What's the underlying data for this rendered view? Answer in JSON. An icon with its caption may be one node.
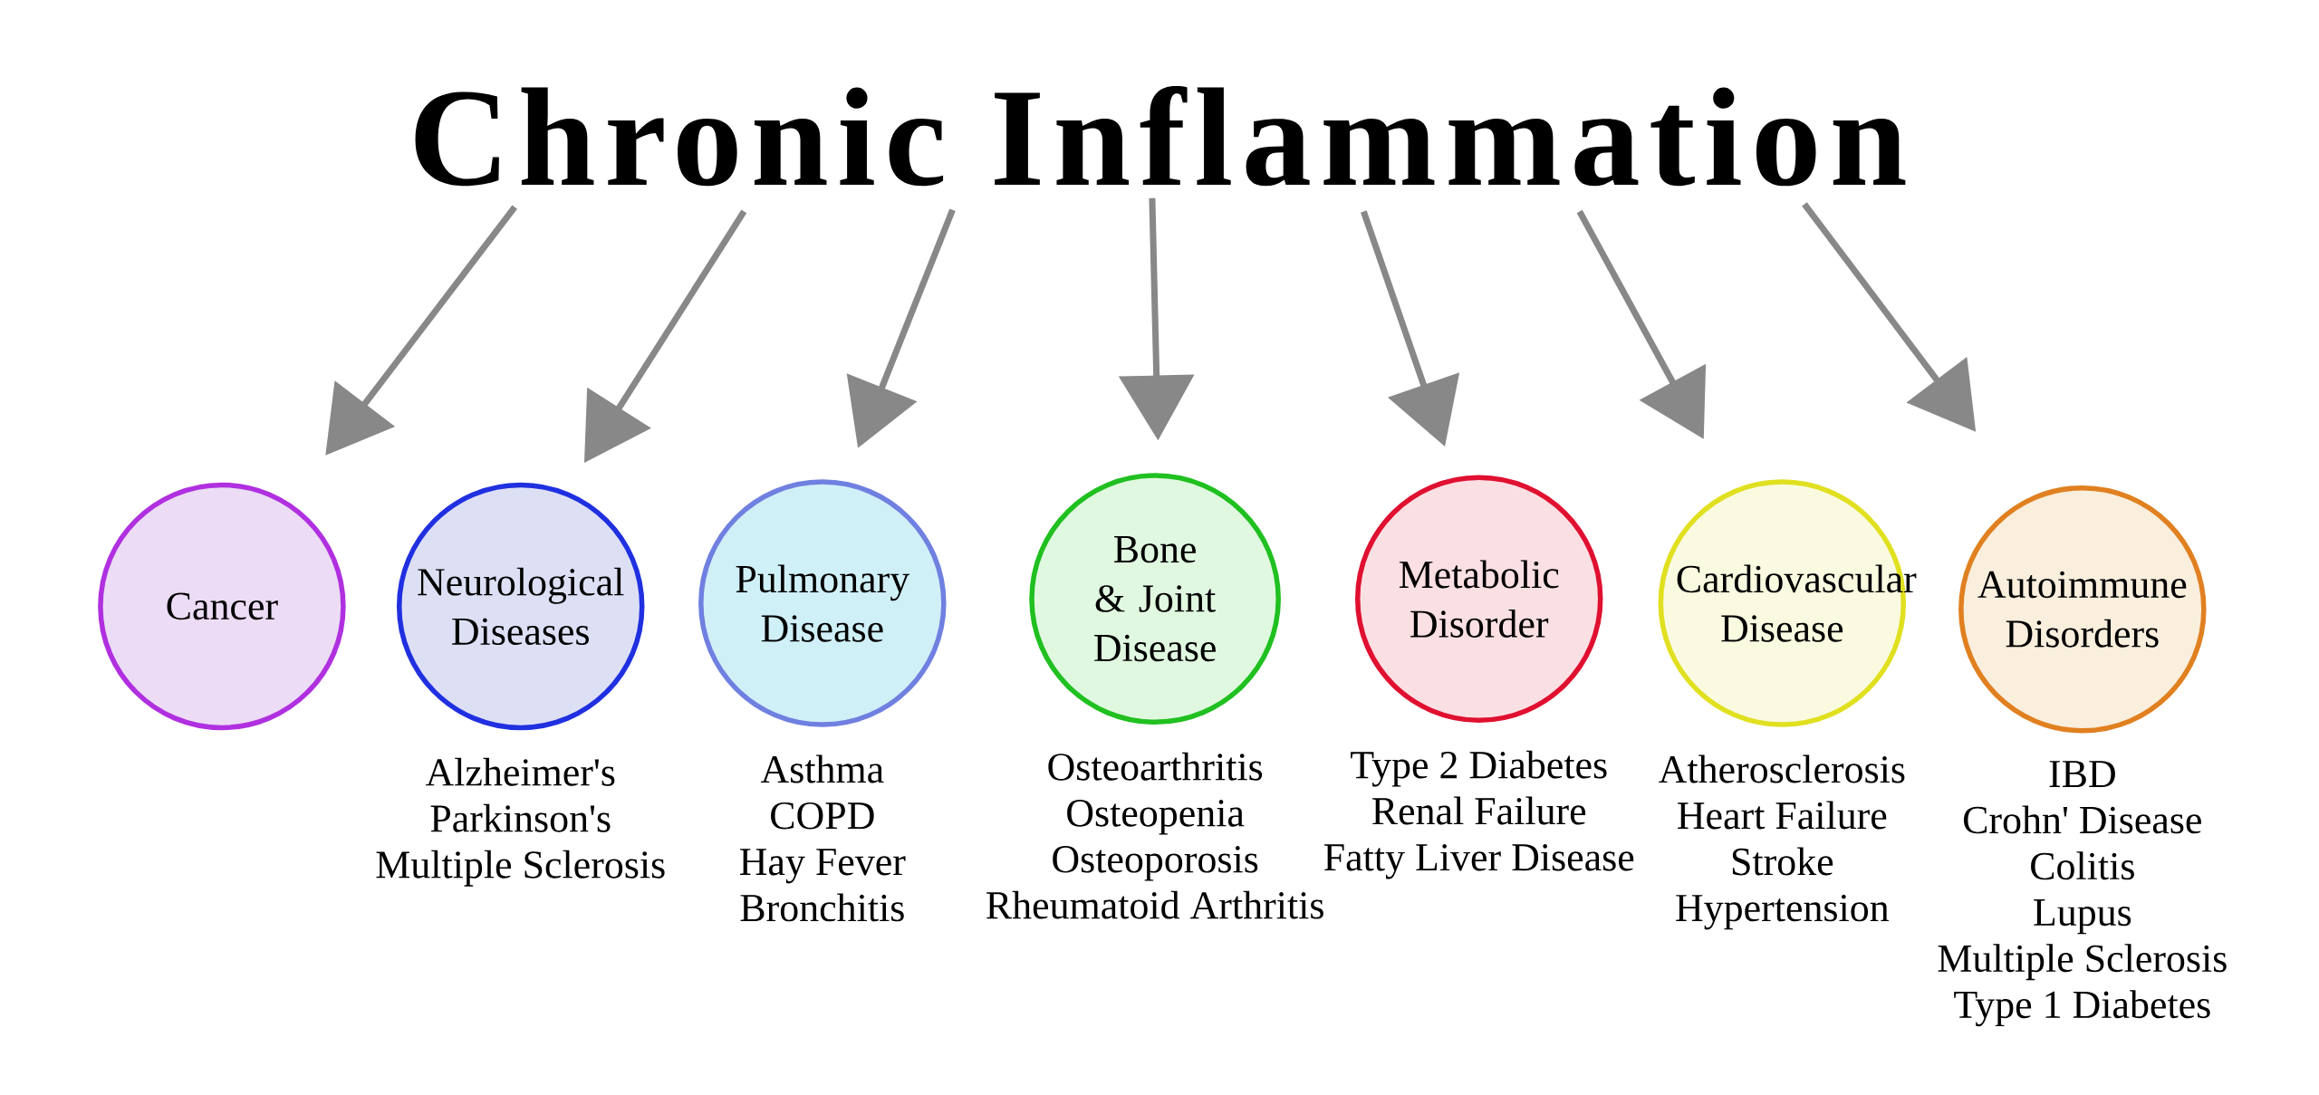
{
  "diagram": {
    "nodes": [
      {
        "text": [
          "Chronic Inflammation"
        ]
      },
      {
        "text": [
          "Cancer"
        ]
      },
      {
        "text": [
          "Neurological Diseases"
        ],
        "beside": [
          "Alzheimer's",
          "Parkinson's",
          "Multiple Sclerosis"
        ]
      },
      {
        "text": [
          "Pulmonary Disease"
        ],
        "beside": [
          "Asthma",
          "COPD",
          "Hay Fever",
          "Bronchitis"
        ]
      },
      {
        "text": [
          "Bone & Joint Disease"
        ],
        "beside": [
          "Osteoarthritis",
          "Osteopenia",
          "Osteoporosis",
          "Rheumatoid Arthritis"
        ]
      },
      {
        "text": [
          "Metabolic Disorder"
        ],
        "beside": [
          "Type 2 Diabetes",
          "Renal Failure",
          "Fatty Liver Disease"
        ]
      },
      {
        "text": [
          "Cardiovascular Disease"
        ],
        "beside": [
          "Atherosclerosis",
          "Heart Failure",
          "Stroke",
          "Hypertension"
        ]
      },
      {
        "text": [
          "Autoimmune Disorders"
        ],
        "beside": [
          "IBD",
          "Crohn' Disease",
          "Colitis",
          "Lupus",
          "Multiple Sclerosis",
          "Type 1 Diabetes"
        ]
      }
    ],
    "edges": [
      {
        "from": 0,
        "to": 1,
        "arrow": "to"
      },
      {
        "from": 0,
        "to": 2,
        "arrow": "to"
      },
      {
        "from": 0,
        "to": 3,
        "arrow": "to"
      },
      {
        "from": 0,
        "to": 4,
        "arrow": "to"
      },
      {
        "from": 0,
        "to": 5,
        "arrow": "to"
      },
      {
        "from": 0,
        "to": 6,
        "arrow": "to"
      },
      {
        "from": 0,
        "to": 7,
        "arrow": "to"
      }
    ]
  }
}
